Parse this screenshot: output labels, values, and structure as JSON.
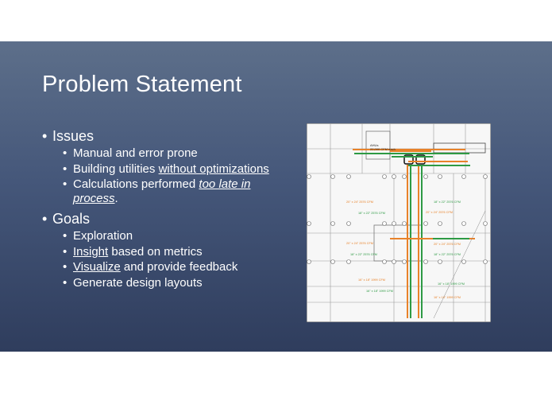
{
  "slide": {
    "title": "Problem Statement",
    "sections": [
      {
        "label": "Issues",
        "items": [
          {
            "segments": [
              {
                "text": "Manual and error prone",
                "style": "plain"
              }
            ]
          },
          {
            "segments": [
              {
                "text": "Building utilities ",
                "style": "plain"
              },
              {
                "text": "without optimizations",
                "style": "underline"
              }
            ]
          },
          {
            "segments": [
              {
                "text": "Calculations performed ",
                "style": "plain"
              },
              {
                "text": "too late in process",
                "style": "underline-italic"
              },
              {
                "text": ".",
                "style": "plain"
              }
            ]
          }
        ]
      },
      {
        "label": "Goals",
        "items": [
          {
            "segments": [
              {
                "text": "Exploration",
                "style": "plain"
              }
            ]
          },
          {
            "segments": [
              {
                "text": "Insight",
                "style": "underline"
              },
              {
                "text": " based on metrics",
                "style": "plain"
              }
            ]
          },
          {
            "segments": [
              {
                "text": "Visualize",
                "style": "underline"
              },
              {
                "text": " and provide feedback",
                "style": "plain"
              }
            ]
          },
          {
            "segments": [
              {
                "text": "Generate design layouts",
                "style": "plain"
              }
            ]
          }
        ]
      }
    ],
    "figure": {
      "description_icon": "hvac-duct-floor-plan-image",
      "supply_color": "#e8822a",
      "return_color": "#2e9a44",
      "labels": [
        "AHUs",
        "22,000 CFM each",
        "20\" x 24\" 2576 CFM",
        "18\" x 22\" 2576 CFM",
        "16\" x 18\" 1999 CFM"
      ]
    },
    "colors": {
      "background_top": "#5d6f8a",
      "background_bottom": "#2f3d5d",
      "text": "#ffffff"
    }
  }
}
